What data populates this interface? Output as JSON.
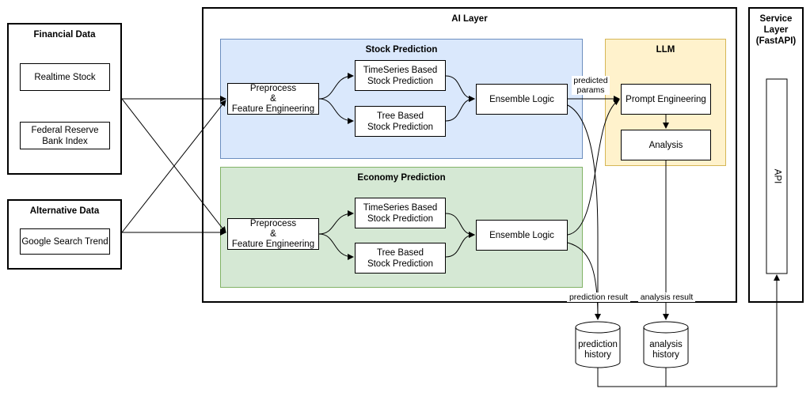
{
  "financial": {
    "title": "Financial Data",
    "realtime": "Realtime Stock",
    "fed_line1": "Federal Reserve",
    "fed_line2": "Bank Index"
  },
  "alternative": {
    "title": "Alternative Data",
    "google": "Google Search Trend"
  },
  "ai_layer": {
    "title": "AI Layer"
  },
  "stock": {
    "title": "Stock Prediction",
    "preprocess_l1": "Preprocess",
    "preprocess_l2": "&",
    "preprocess_l3": "Feature Engineering",
    "ts_l1": "TimeSeries Based",
    "ts_l2": "Stock Prediction",
    "tree_l1": "Tree Based",
    "tree_l2": "Stock Prediction",
    "ensemble": "Ensemble Logic"
  },
  "economy": {
    "title": "Economy Prediction",
    "preprocess_l1": "Preprocess",
    "preprocess_l2": "&",
    "preprocess_l3": "Feature Engineering",
    "ts_l1": "TimeSeries Based",
    "ts_l2": "Stock Prediction",
    "tree_l1": "Tree Based",
    "tree_l2": "Stock Prediction",
    "ensemble": "Ensemble Logic"
  },
  "llm": {
    "title": "LLM",
    "prompt": "Prompt Engineering",
    "analysis": "Analysis"
  },
  "service": {
    "title_l1": "Service",
    "title_l2": "Layer",
    "title_l3": "(FastAPI)",
    "api": "API"
  },
  "labels": {
    "predicted_l1": "predicted",
    "predicted_l2": "params",
    "prediction_result": "prediction result",
    "analysis_result": "analysis result"
  },
  "storage": {
    "prediction_l1": "prediction",
    "prediction_l2": "history",
    "analysis_l1": "analysis",
    "analysis_l2": "history"
  }
}
